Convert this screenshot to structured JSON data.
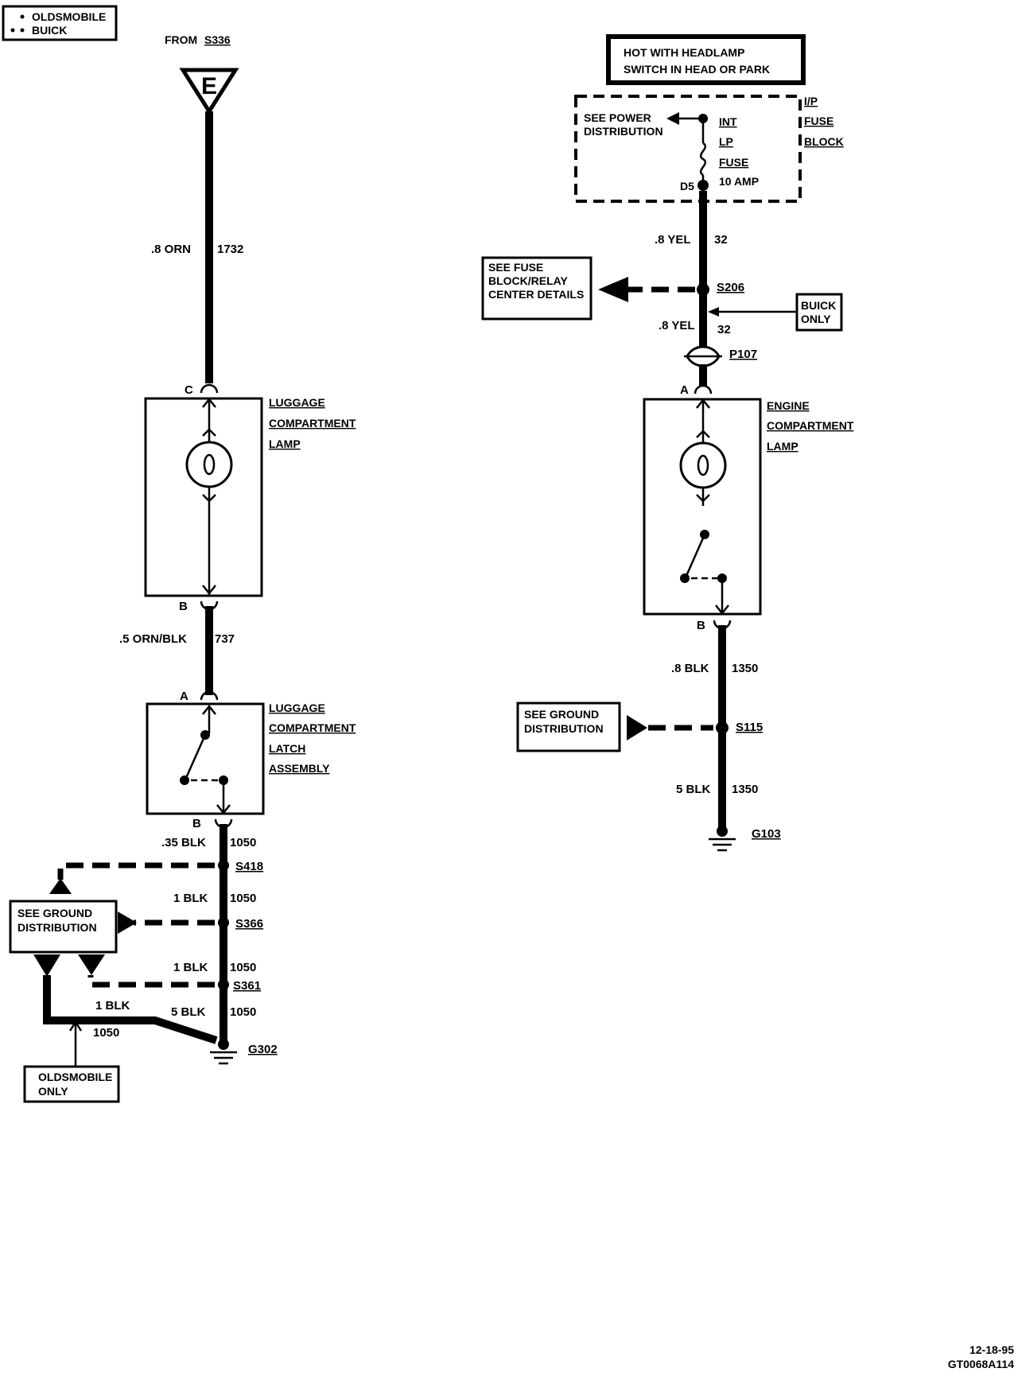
{
  "legend": {
    "oldsmobile": "OLDSMOBILE",
    "buick": "BUICK"
  },
  "left": {
    "from": "FROM",
    "from_splice": "S336",
    "connector_letter": "E",
    "wire1": {
      "size_color": ".8  ORN",
      "circuit": "1732"
    },
    "pin_c": "C",
    "lamp_label": [
      "LUGGAGE",
      "COMPARTMENT",
      "LAMP"
    ],
    "pin_b1": "B",
    "wire2": {
      "size_color": ".5  ORN/BLK",
      "circuit": "737"
    },
    "pin_a": "A",
    "latch_label": [
      "LUGGAGE",
      "COMPARTMENT",
      "LATCH",
      "ASSEMBLY"
    ],
    "pin_b2": "B",
    "wire3": {
      "size_color": ".35  BLK",
      "circuit": "1050"
    },
    "s418": "S418",
    "wire4": {
      "size_color": "1  BLK",
      "circuit": "1050"
    },
    "s366": "S366",
    "wire5": {
      "size_color": "1  BLK",
      "circuit": "1050"
    },
    "s361": "S361",
    "wire6": {
      "size_color": "5  BLK",
      "circuit": "1050"
    },
    "wire7": {
      "size_color": "1  BLK",
      "circuit": "1050"
    },
    "ground": "G302",
    "see_ground": [
      "SEE  GROUND",
      "DISTRIBUTION"
    ],
    "olds_only": [
      "OLDSMOBILE",
      "ONLY"
    ]
  },
  "right": {
    "hot_box": [
      "HOT WITH HEADLAMP",
      "SWITCH IN HEAD OR PARK"
    ],
    "see_power": [
      "SEE  POWER",
      "DISTRIBUTION"
    ],
    "fuse_name": [
      "INT",
      "LP",
      "FUSE"
    ],
    "fuse_rating": "10  AMP",
    "fuse_block": [
      "I/P",
      "FUSE",
      "BLOCK"
    ],
    "fuse_pin": "D5",
    "wire1": {
      "size_color": ".8  YEL",
      "circuit": "32"
    },
    "see_fuse": [
      "SEE  FUSE",
      "BLOCK/RELAY",
      "CENTER  DETAILS"
    ],
    "s206": "S206",
    "buick_only": [
      "BUICK",
      "ONLY"
    ],
    "wire2": {
      "size_color": ".8 YEL",
      "circuit": "32"
    },
    "p107": "P107",
    "pin_a": "A",
    "lamp_label": [
      "ENGINE",
      "COMPARTMENT",
      "LAMP"
    ],
    "pin_b": "B",
    "wire3": {
      "size_color": ".8  BLK",
      "circuit": "1350"
    },
    "see_ground": [
      "SEE  GROUND",
      "DISTRIBUTION"
    ],
    "s115": "S115",
    "wire4": {
      "size_color": "5  BLK",
      "circuit": "1350"
    },
    "ground": "G103"
  },
  "footer": {
    "date": "12-18-95",
    "code": "GT0068A114"
  }
}
